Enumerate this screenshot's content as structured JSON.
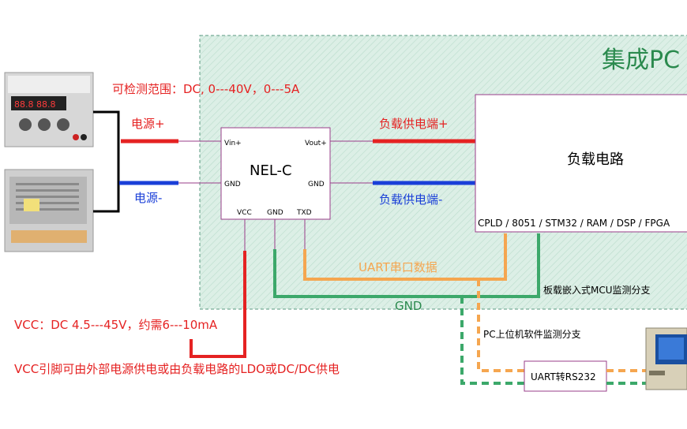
{
  "pcb": {
    "title": "集成PC"
  },
  "range_note": "可检测范围：DC, 0---40V，0---5A",
  "power": {
    "plus": "电源+",
    "minus": "电源-"
  },
  "chip": {
    "name": "NEL-C",
    "pins": {
      "vin": "Vin+",
      "vout": "Vout+",
      "gnd_left": "GND",
      "gnd_right": "GND",
      "vcc": "VCC",
      "gnd": "GND",
      "txd": "TXD"
    }
  },
  "load": {
    "plus": "负载供电端+",
    "minus": "负载供电端-",
    "title": "负载电路",
    "mcu_list": "CPLD / 8051 / STM32 / RAM / DSP / FPGA"
  },
  "signals": {
    "uart": "UART串口数据",
    "gnd": "GND",
    "mcu_branch": "板载嵌入式MCU监测分支",
    "pc_branch": "PC上位机软件监测分支",
    "converter": "UART转RS232"
  },
  "vcc_note": {
    "line1": "VCC：DC 4.5---45V，约需6---10mA",
    "line2": "VCC引脚可由外部电源供电或由负载电路的LDO或DC/DC供电"
  },
  "colors": {
    "red": "#e52222",
    "blue": "#1a3fd8",
    "green": "#3ca86a",
    "orange": "#f5a650",
    "purple": "#9a3d8a",
    "pcb_fill": "#d9ede4"
  }
}
